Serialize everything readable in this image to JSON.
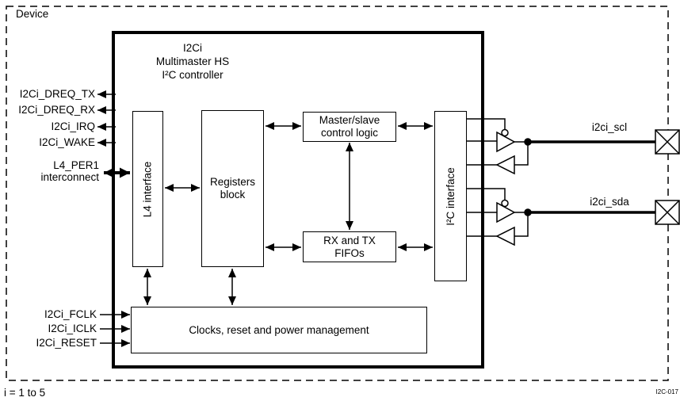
{
  "device_label": "Device",
  "index_note": "i = 1 to 5",
  "figure_id": "I2C-017",
  "title": {
    "line1": "I2Ci",
    "line2": "Multimaster HS",
    "line3": "I²C controller"
  },
  "blocks": {
    "l4_interface": {
      "label": "L4 interface"
    },
    "registers": {
      "line1": "Registers",
      "line2": "block"
    },
    "master_slave": {
      "line1": "Master/slave",
      "line2": "control logic"
    },
    "fifos": {
      "line1": "RX and TX",
      "line2": "FIFOs"
    },
    "i2c_interface": {
      "label": "I²C interface"
    },
    "clocks": {
      "label": "Clocks, reset and power management"
    }
  },
  "signals": {
    "outputs": [
      {
        "label": "I2Ci_DREQ_TX"
      },
      {
        "label": "I2Ci_DREQ_RX"
      },
      {
        "label": "I2Ci_IRQ"
      },
      {
        "label": "I2Ci_WAKE"
      }
    ],
    "interconnect": {
      "line1": "L4_PER1",
      "line2": "interconnect"
    },
    "inputs": [
      {
        "label": "I2Ci_FCLK"
      },
      {
        "label": "I2Ci_ICLK"
      },
      {
        "label": "I2Ci_RESET"
      }
    ],
    "pads": [
      {
        "label": "i2ci_scl"
      },
      {
        "label": "i2ci_sda"
      }
    ]
  },
  "colors": {
    "line": "#000000",
    "background": "#ffffff"
  }
}
